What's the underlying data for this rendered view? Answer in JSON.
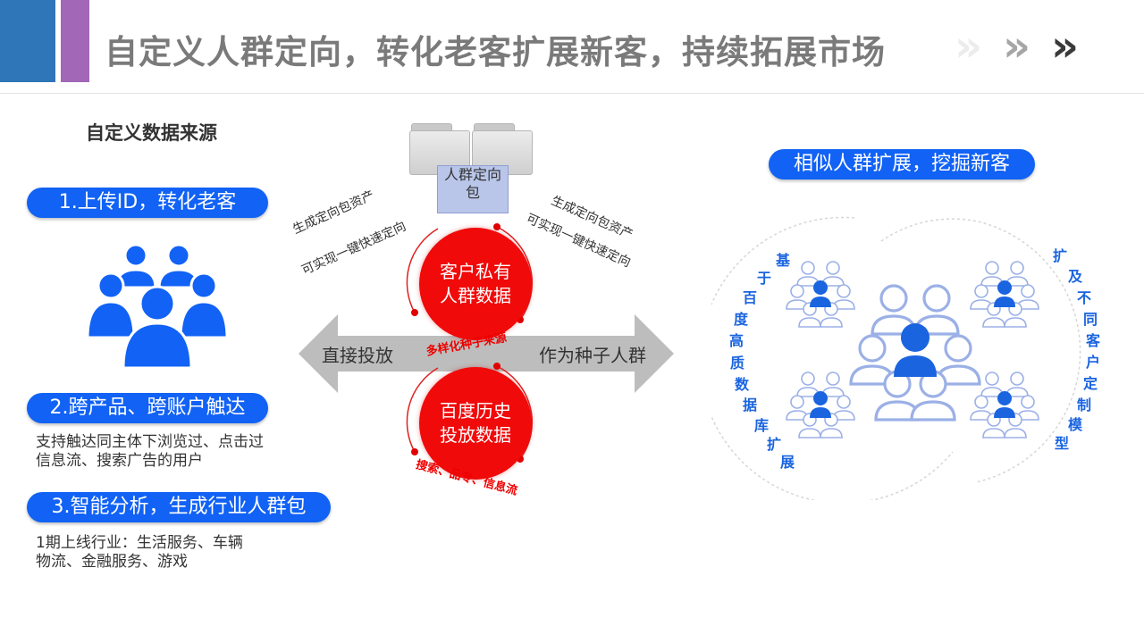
{
  "header": {
    "title": "自定义人群定向，转化老客扩展新客，持续拓展市场",
    "chevron_glyph": "»",
    "colors": {
      "bar_blue": "#2f76b8",
      "bar_purple": "#a367b8",
      "title": "#7a7a7a"
    }
  },
  "left": {
    "section_title": "自定义数据来源",
    "item1_label": "1.上传ID，转化老客",
    "item2_label": "2.跨产品、跨账户触达",
    "item2_desc": "支持触达同主体下浏览过、点击过信息流、搜索广告的用户",
    "item3_label": "3.智能分析，生成行业人群包",
    "item3_desc": "1期上线行业：生活服务、车辆物流、金融服务、游戏",
    "colors": {
      "pill": "#1162f5"
    }
  },
  "center": {
    "package_label": "人群定向包",
    "left_note_line1": "生成定向包资产",
    "left_note_line2": "可实现一键快速定向",
    "right_note_line1": "生成定向包资产",
    "right_note_line2": "可实现一键快速定向",
    "top_circle": "客户私有人群数据",
    "top_caption": "多样化种子来源",
    "bottom_circle": "百度历史投放数据",
    "bottom_caption": "搜索、品专、信息流",
    "arrow_left_label": "直接投放",
    "arrow_right_label": "作为种子人群",
    "colors": {
      "circle": "#f00a0a",
      "arrow": "#bdbdbd"
    }
  },
  "right": {
    "title_pill": "相似人群扩展，挖掘新客",
    "left_arc_text": [
      "基",
      "于",
      "百",
      "度",
      "高",
      "质",
      "数",
      "据",
      "库",
      "扩",
      "展"
    ],
    "right_arc_text": [
      "扩",
      "及",
      "不",
      "同",
      "客",
      "户",
      "定",
      "制",
      "模",
      "型"
    ],
    "colors": {
      "icon": "#1a64e0",
      "outline": "#9bb0e6"
    }
  }
}
